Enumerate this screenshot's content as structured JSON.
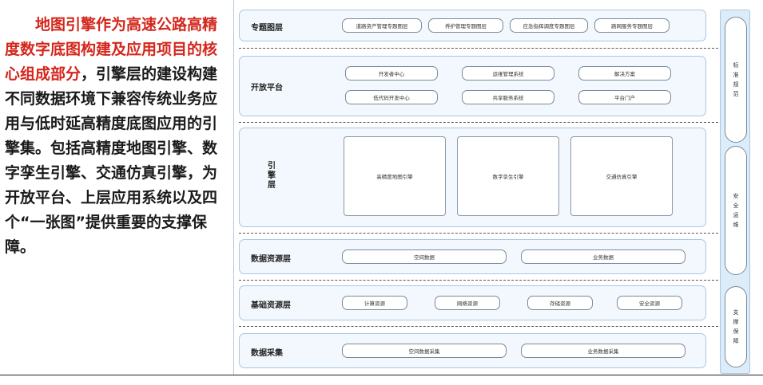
{
  "intro": {
    "red_text": "地图引擎作为高速公路高精度数字底图构建及应用项目的核心组成部分",
    "black_text": "，引擎层的建设构建不同数据环境下兼容传统业务应用与低时延高精度底图应用的引擎集。包括高精度地图引擎、数字孪生引擎、交通仿真引擎，为开放平台、上层应用系统以及四个“一张图”提供重要的支撑保障。"
  },
  "layers": {
    "topic": {
      "name": "专题图层",
      "items": [
        "道路资产管理专题图层",
        "养护管理专题图层",
        "应急指挥调度专题图层",
        "路网服务专题图层"
      ]
    },
    "open_platform": {
      "name": "开放平台",
      "items": [
        "开发者中心",
        "运维管理系统",
        "解决方案",
        "低代码开发中心",
        "共享服务系统",
        "平台门户"
      ]
    },
    "engine": {
      "name": "引擎层",
      "items": [
        "高精度地图引擎",
        "数字孪生引擎",
        "交通仿真引擎"
      ]
    },
    "data_resource": {
      "name": "数据资源层",
      "items": [
        "空间数据",
        "业务数据"
      ]
    },
    "infra": {
      "name": "基础资源层",
      "items": [
        "计算资源",
        "网络资源",
        "存储资源",
        "安全资源"
      ]
    },
    "collect": {
      "name": "数据采集",
      "items": [
        "空间数据采集",
        "业务数据采集"
      ]
    }
  },
  "sidebar": {
    "items": [
      "标准规范",
      "安全运维",
      "支撑保障"
    ]
  },
  "colors": {
    "accent_red": "#d4261c",
    "layer_fill": "#f2f8fd",
    "layer_border": "#a9c7e5",
    "sidebar_fill": "#dcecf8"
  }
}
